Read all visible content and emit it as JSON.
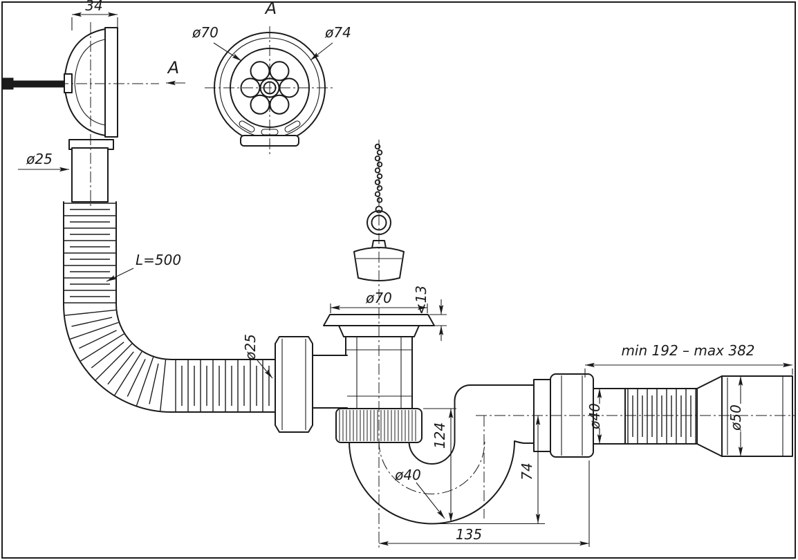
{
  "colors": {
    "line": "#1b1b1b",
    "background": "#ffffff"
  },
  "drawing": {
    "labels": {
      "view_title": "A",
      "view_arrow": "A",
      "dim_cap_depth": "34",
      "dim_grate_inner": "ø70",
      "dim_grate_outer": "ø74",
      "dim_overflow_pipe": "ø25",
      "hose_length": "L=500",
      "dim_hose_nut": "ø25",
      "dim_drain_flange": "ø70",
      "dim_flange_thickness": "<13",
      "dim_trap_depth": "124",
      "dim_trap_pipe": "ø40",
      "dim_outlet_drop": "74",
      "dim_trap_offset": "135",
      "dim_outlet_range": "min 192 – max 382",
      "dim_outlet_pipe": "ø40",
      "dim_outlet_end": "ø50"
    }
  }
}
